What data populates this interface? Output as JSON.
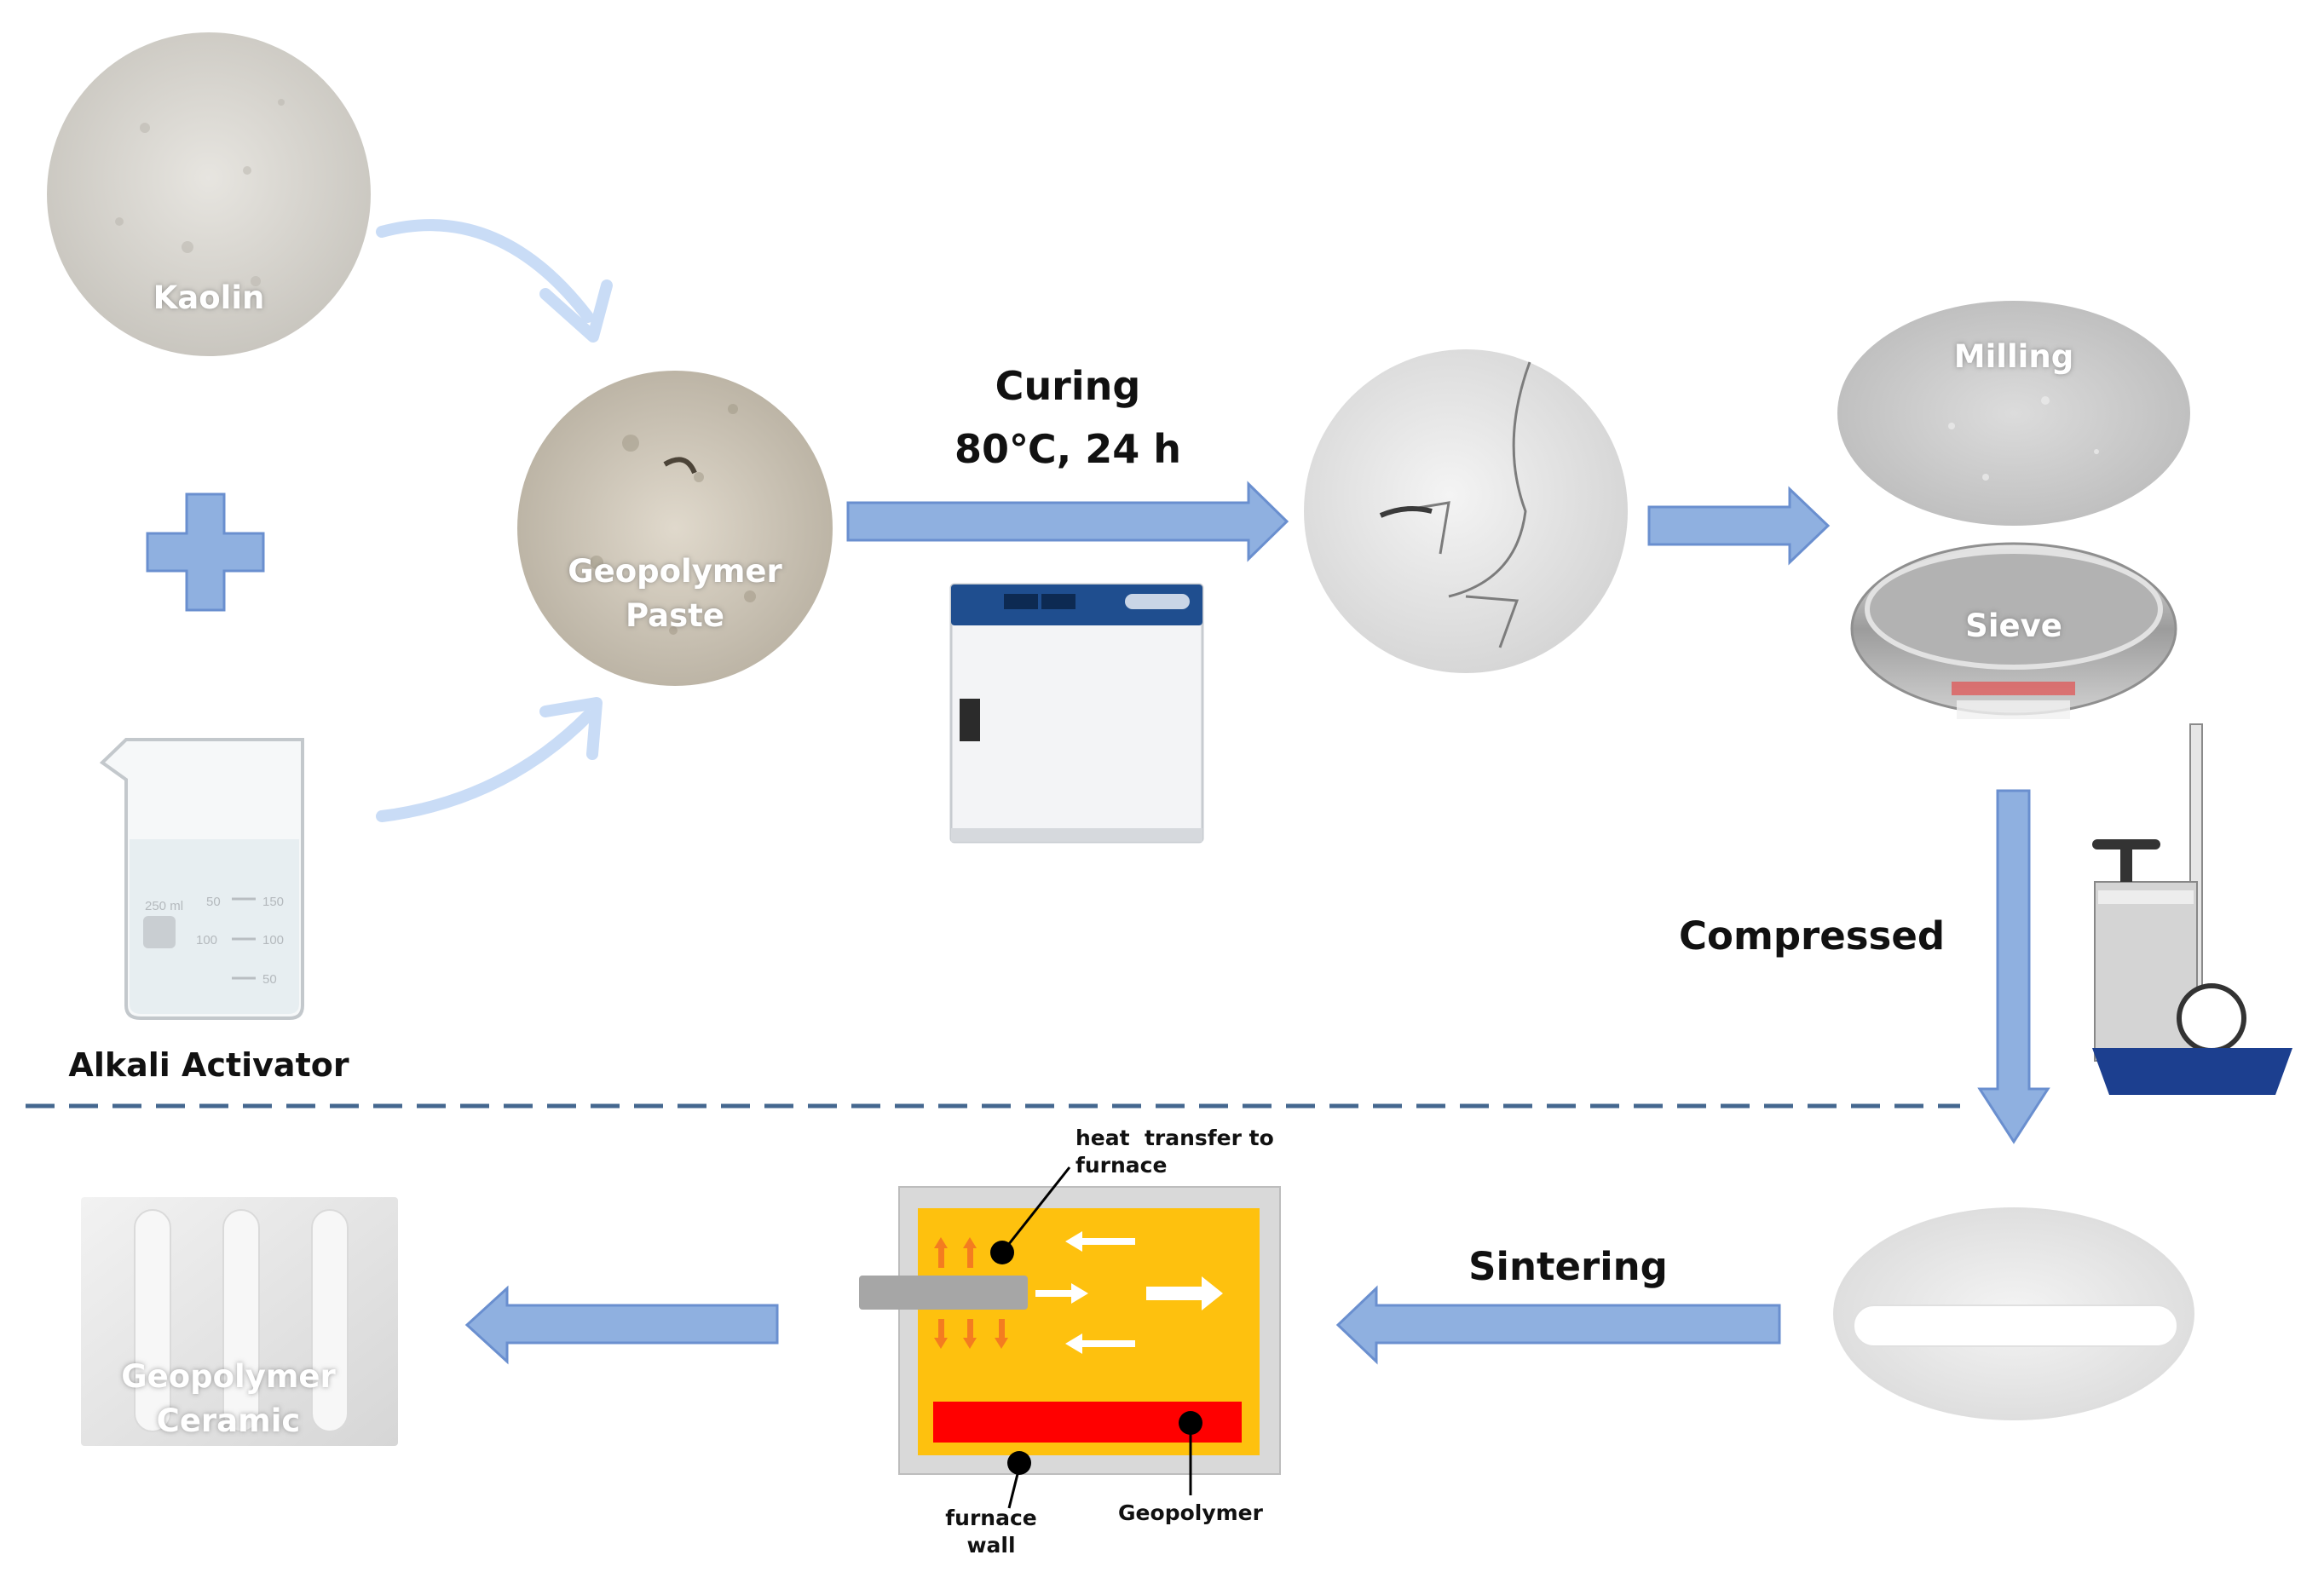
{
  "labels": {
    "kaolin": "Kaolin",
    "alkali_activator": "Alkali Activator",
    "geopolymer_paste": "Geopolymer\nPaste",
    "curing": "Curing",
    "curing_conditions": "80℃, 24 h",
    "milling": "Milling",
    "sieve": "Sieve",
    "compressed": "Compressed",
    "sintering": "Sintering",
    "geopolymer_ceramic": "Geopolymer\nCeramic",
    "heat_transfer": "heat  transfer to\nfurnace",
    "furnace_wall": "furnace\nwall",
    "geopolymer": "Geopolymer"
  },
  "beaker_marks": [
    "250 ml",
    "50",
    "150",
    "100",
    "100",
    "50"
  ],
  "colors": {
    "arrow_fill": "#8fb0e0",
    "arrow_edge": "#6a8fcf",
    "curved_arrow": "#c9dcf6",
    "furnace_orange": "#fec10e",
    "furnace_red": "#ff0000",
    "furnace_wall": "#d9d9d9",
    "heat_arrow": "#f47c20",
    "dashed_line": "#44678f"
  }
}
